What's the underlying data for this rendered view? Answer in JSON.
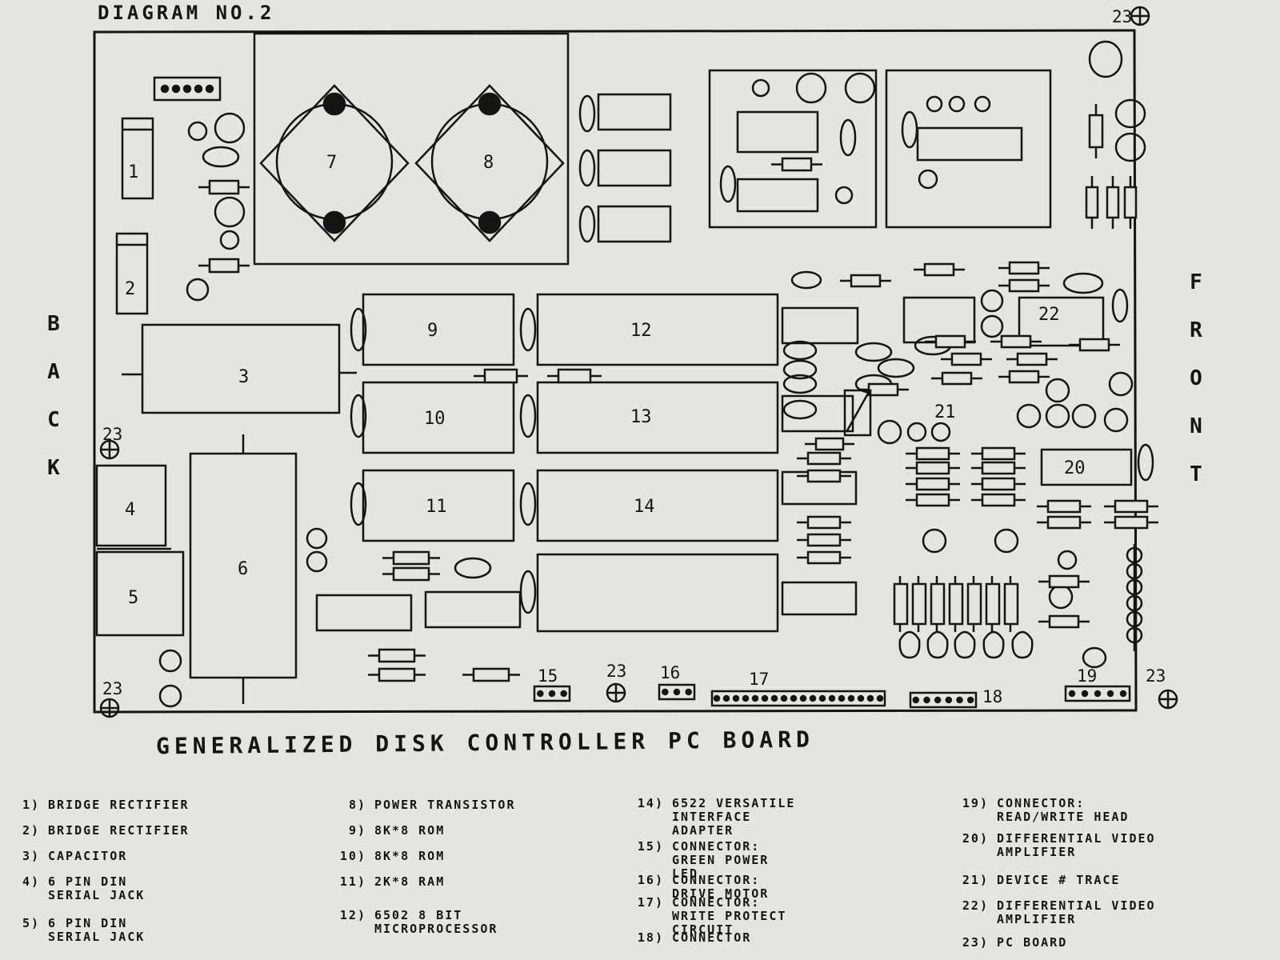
{
  "titles": {
    "diagram": "DIAGRAM NO.2",
    "board": "GENERALIZED DISK CONTROLLER PC BOARD"
  },
  "side_labels": {
    "back": [
      "B",
      "A",
      "C",
      "K"
    ],
    "front": [
      "F",
      "R",
      "O",
      "N",
      "T"
    ]
  },
  "component_numbers": [
    "1",
    "2",
    "3",
    "4",
    "5",
    "6",
    "7",
    "8",
    "9",
    "10",
    "11",
    "12",
    "13",
    "14",
    "15",
    "16",
    "17",
    "18",
    "19",
    "20",
    "21",
    "22",
    "23"
  ],
  "legend": [
    {
      "num": "1)",
      "text": "BRIDGE RECTIFIER"
    },
    {
      "num": "2)",
      "text": "BRIDGE RECTIFIER"
    },
    {
      "num": "3)",
      "text": "CAPACITOR"
    },
    {
      "num": "4)",
      "text": "6 PIN DIN\nSERIAL JACK"
    },
    {
      "num": "5)",
      "text": "6 PIN DIN\nSERIAL JACK"
    },
    {
      "num": "8)",
      "text": "POWER TRANSISTOR"
    },
    {
      "num": "9)",
      "text": "8K*8 ROM"
    },
    {
      "num": "10)",
      "text": "8K*8 ROM"
    },
    {
      "num": "11)",
      "text": "2K*8 RAM"
    },
    {
      "num": "12)",
      "text": "6502 8 BIT\nMICROPROCESSOR"
    },
    {
      "num": "14)",
      "text": "6522 VERSATILE\nINTERFACE\nADAPTER"
    },
    {
      "num": "15)",
      "text": "CONNECTOR:\nGREEN POWER\nLED"
    },
    {
      "num": "16)",
      "text": "CONNECTOR:\nDRIVE MOTOR"
    },
    {
      "num": "17)",
      "text": "CONNECTOR:\nWRITE PROTECT\nCIRCUIT"
    },
    {
      "num": "18)",
      "text": "CONNECTOR"
    },
    {
      "num": "19)",
      "text": "CONNECTOR:\nREAD/WRITE HEAD"
    },
    {
      "num": "20)",
      "text": "DIFFERENTIAL VIDEO\nAMPLIFIER"
    },
    {
      "num": "21)",
      "text": "DEVICE # TRACE"
    },
    {
      "num": "22)",
      "text": "DIFFERENTIAL VIDEO\nAMPLIFIER"
    },
    {
      "num": "23)",
      "text": "PC BOARD"
    }
  ]
}
